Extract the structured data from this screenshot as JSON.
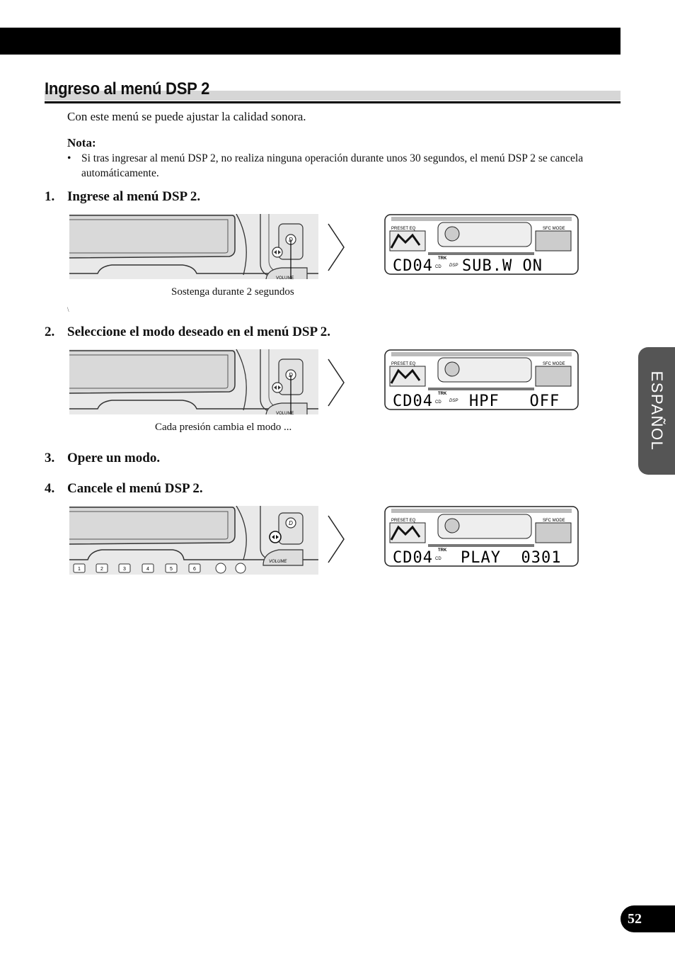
{
  "section": {
    "title": "Ingreso al menú DSP 2"
  },
  "intro": "Con este menú se puede ajustar la calidad sonora.",
  "note": {
    "title": "Nota:",
    "bullet_symbol": "•",
    "text": "Si tras ingresar al menú DSP 2, no realiza ninguna operación durante unos 30 segundos, el menú DSP 2 se cancela automáticamente."
  },
  "steps": [
    {
      "number": "1.",
      "label": "Ingrese al menú DSP 2."
    },
    {
      "number": "2.",
      "label": "Seleccione el modo deseado en el menú DSP 2."
    },
    {
      "number": "3.",
      "label": "Opere un modo."
    },
    {
      "number": "4.",
      "label": "Cancele el menú DSP 2."
    }
  ],
  "captions": {
    "step1": "Sostenga durante 2 segundos",
    "step2": "Cada presión cambia el modo ..."
  },
  "stray_mark": "\\",
  "unit_labels": {
    "d_button": "D",
    "volume": "VOLUME",
    "presets": [
      "1",
      "2",
      "3",
      "4",
      "5",
      "6"
    ]
  },
  "lcd_common": {
    "preset_eq": "PRESET EQ",
    "sfc_mode": "SFC MODE",
    "trk": "TRK",
    "cd": "CD",
    "dsp": "DSP"
  },
  "displays": [
    {
      "left": "CD04",
      "right": "SUB.W ON"
    },
    {
      "left": "CD04",
      "right": "HPF   OFF"
    },
    {
      "left": "CD04",
      "right": "PLAY  0301"
    }
  ],
  "side_tab": "ESPAÑOL",
  "page_number": "52"
}
